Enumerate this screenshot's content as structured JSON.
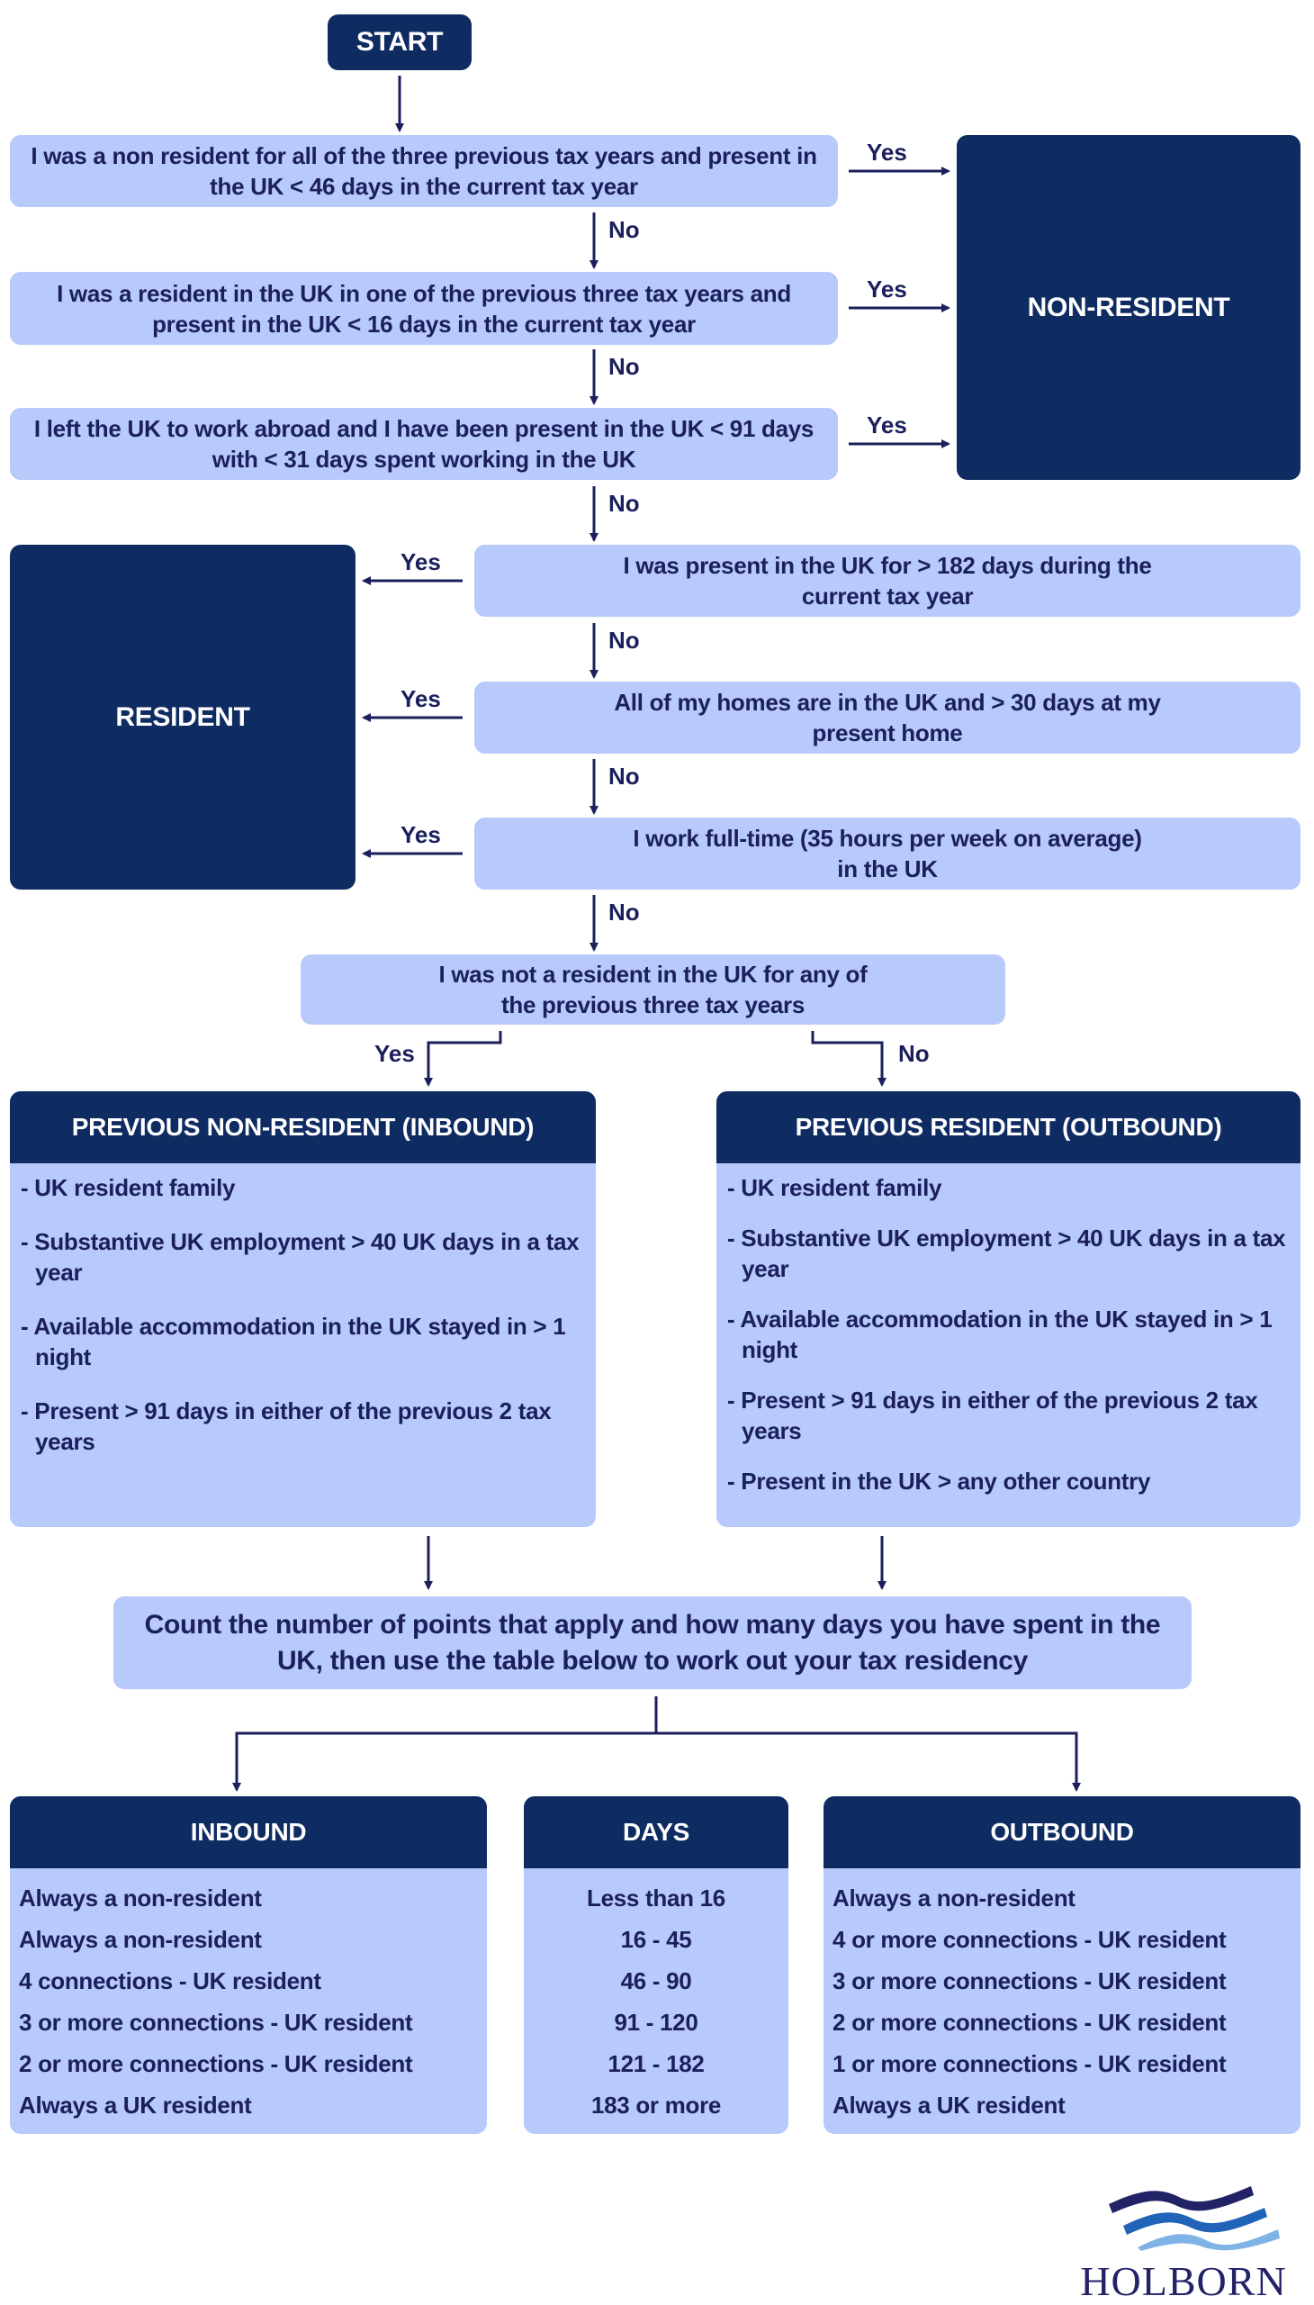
{
  "start": "START",
  "questions": [
    "I was a non resident for all of the three previous tax years and present in the UK < 46 days in the current tax year",
    "I was a resident in the UK in one of the previous three tax years and present in the UK < 16 days in the current tax year",
    "I left the UK to work abroad and I have been present in the UK < 91 days with < 31 days spent working in the UK",
    "I was present in the UK for > 182 days during the current tax year",
    "All of my homes are in the UK and > 30 days at my present home",
    "I work full-time (35 hours per week on average) in the UK",
    "I was not a resident in the UK for any of the previous three tax years"
  ],
  "outcomes": {
    "non_resident": "NON-RESIDENT",
    "resident": "RESIDENT"
  },
  "labels": {
    "yes": "Yes",
    "no": "No"
  },
  "inbound_panel": {
    "title": "PREVIOUS NON-RESIDENT (INBOUND)",
    "items": [
      "- UK resident family",
      "- Substantive UK employment > 40 UK days in a tax year",
      "- Available accommodation in the UK stayed in > 1 night",
      "- Present > 91 days in either of the previous 2 tax years"
    ]
  },
  "outbound_panel": {
    "title": "PREVIOUS RESIDENT (OUTBOUND)",
    "items": [
      "- UK resident family",
      "- Substantive UK employment > 40 UK days in a tax year",
      "- Available accommodation in the UK stayed in > 1 night",
      "- Present > 91 days in either of the previous 2 tax years",
      "- Present in the UK > any other country"
    ]
  },
  "count_text": "Count the number of points that apply and how many days you have spent in the UK, then use the table below to work out your tax residency",
  "tables": {
    "inbound": {
      "title": "INBOUND",
      "rows": [
        "Always a non-resident",
        "Always a non-resident",
        "4 connections - UK resident",
        "3 or more connections - UK resident",
        "2 or more connections - UK resident",
        "Always a UK resident"
      ]
    },
    "days": {
      "title": "DAYS",
      "rows": [
        "Less than 16",
        "16 - 45",
        "46 - 90",
        "91 - 120",
        "121 - 182",
        "183 or more"
      ]
    },
    "outbound": {
      "title": "OUTBOUND",
      "rows": [
        "Always a non-resident",
        "4 or more connections - UK resident",
        "3 or more connections - UK resident",
        "2 or more connections - UK resident",
        "1 or more connections - UK resident",
        "Always a UK resident"
      ]
    }
  },
  "logo": {
    "text": "HOLBORN"
  },
  "colors": {
    "dark": "#0e2b62",
    "light": "#b8c9fb",
    "text": "#1b1f5c"
  }
}
